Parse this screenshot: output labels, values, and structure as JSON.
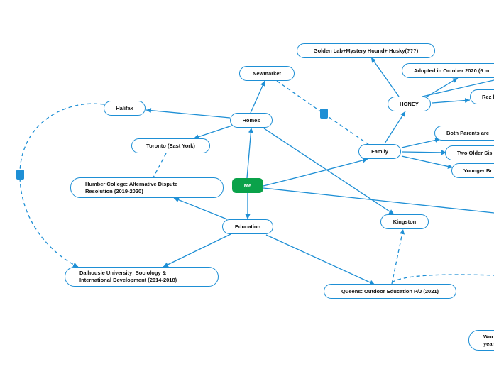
{
  "colors": {
    "connector": "#1e8fd5",
    "center_fill": "#0aa24a",
    "node_text": "#111111"
  },
  "nodes": {
    "me": "Me",
    "homes": "Homes",
    "newmarket": "Newmarket",
    "halifax": "Halifax",
    "toronto": "Toronto (East York)",
    "humber": "Humber College: Alternative Dispute Resolution (2019-2020)",
    "education": "Education",
    "dalhousie": "Dalhousie University: Sociology & International Development (2014-2018)",
    "kingston": "Kingston",
    "queens": "Queens: Outdoor Education P/J (2021)",
    "family": "Family",
    "honey": "HONEY",
    "golden_lab": "Golden Lab+Mystery Hound+ Husky(???)",
    "adopted": "Adopted in October 2020 (6 m",
    "rez": "Rez l",
    "both_parents": "Both Parents are",
    "two_older": "Two Older Sis",
    "younger": "Younger Br",
    "work": "Wor\nyear"
  }
}
